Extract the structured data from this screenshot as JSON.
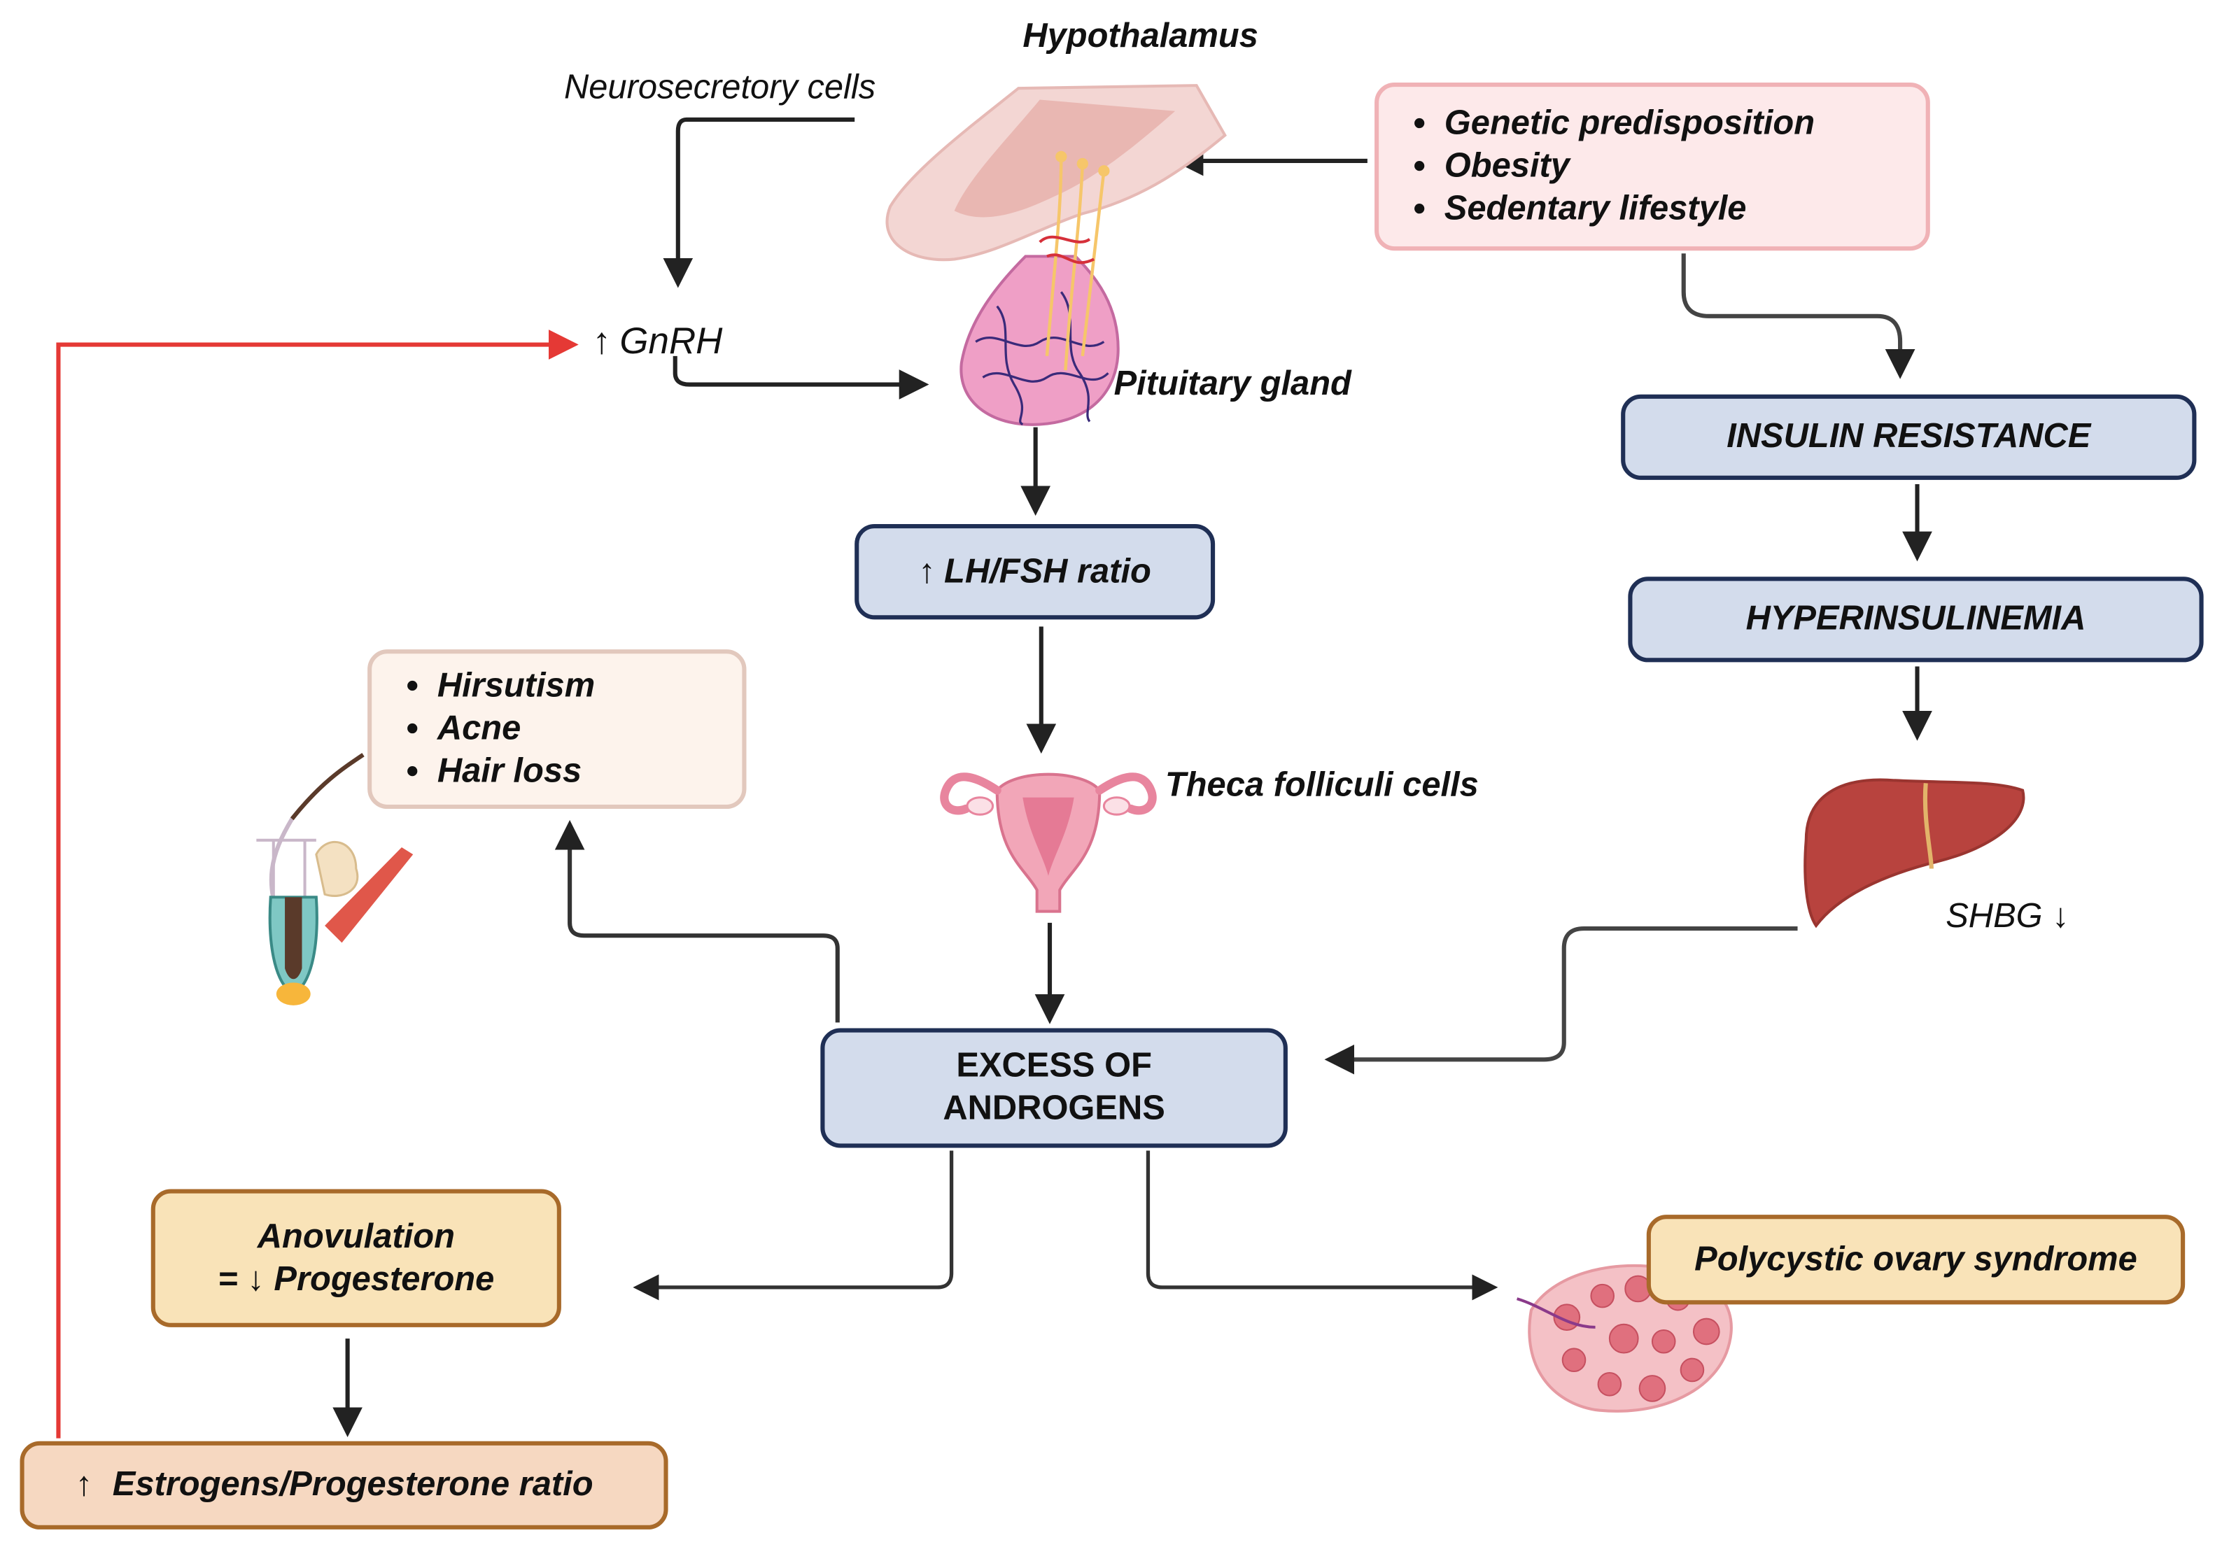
{
  "labels": {
    "hypothalamus": "Hypothalamus",
    "neurosecretory": "Neurosecretory cells",
    "gnrh": "GnRH",
    "pituitary": "Pituitary gland",
    "theca": "Theca folliculi cells",
    "shbg": "SHBG"
  },
  "risk_factors": [
    "Genetic predisposition",
    "Obesity",
    "Sedentary lifestyle"
  ],
  "symptoms": [
    "Hirsutism",
    "Acne",
    "Hair loss"
  ],
  "boxes": {
    "insulin_resistance": "INSULIN RESISTANCE",
    "hyperinsulinemia": "HYPERINSULINEMIA",
    "lh_fsh": "LH/FSH ratio",
    "androgens_line1": "EXCESS OF",
    "androgens_line2": "ANDROGENS",
    "anovulation_line1": "Anovulation",
    "anovulation_line2": "Progesterone",
    "anovulation_prefix": "=",
    "pcos": "Polycystic ovary syndrome",
    "ratio": "Estrogens/Progesterone ratio"
  },
  "symbols": {
    "up": "↑",
    "down": "↓"
  },
  "colors": {
    "feedback": "#e53935",
    "arrow": "#222222",
    "box_blue": "#d3dcec",
    "box_tan": "#f9e3b8"
  }
}
